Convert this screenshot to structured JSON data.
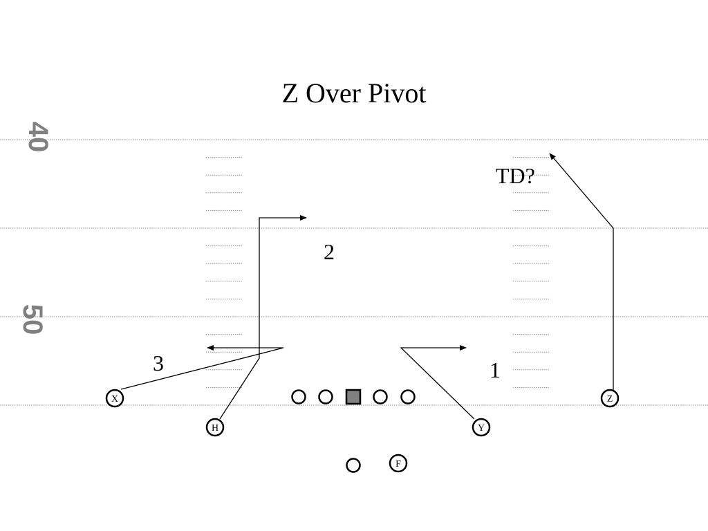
{
  "title": "Z Over Pivot",
  "yard_numbers": [
    "40",
    "50"
  ],
  "colors": {
    "yard_number": "#808080",
    "yard_line": "#8c8c8c",
    "hash_mark": "#8c8c8c",
    "center_fill": "#808080",
    "ink": "#000000"
  },
  "route_labels": {
    "td": "TD?",
    "one": "1",
    "two": "2",
    "three": "3"
  },
  "players": {
    "x": "X",
    "h": "H",
    "y": "Y",
    "z": "Z",
    "f": "F"
  },
  "shapes": {
    "offensive_line": "circle",
    "center": "square",
    "quarterback": "circle"
  }
}
